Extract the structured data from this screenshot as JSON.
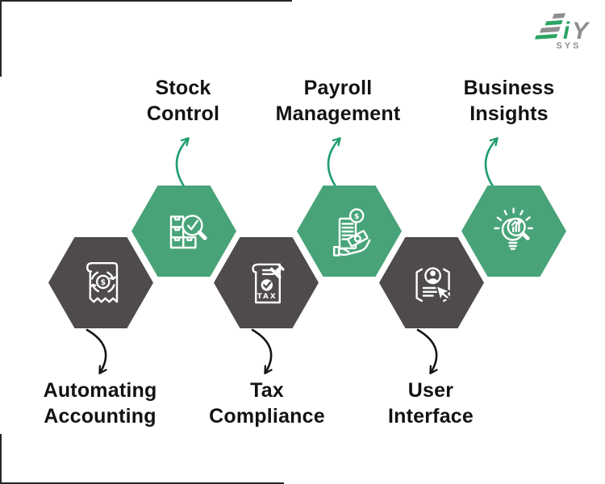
{
  "logo": {
    "letter_i": "i",
    "letter_y": "Y",
    "sub": "SYS",
    "green": "#2ba463",
    "gray": "#8f8f8f"
  },
  "colors": {
    "hex_green": "#48a478",
    "hex_dark": "#4f4b4b",
    "arrow_green": "#1f9e6d",
    "arrow_black": "#141414",
    "label_text": "#121212",
    "icon_stroke": "#ffffff"
  },
  "icon_text": {
    "dollar": "$",
    "tax": "TAX"
  },
  "features": [
    {
      "id": "automating-accounting",
      "line1": "Automating",
      "line2": "Accounting",
      "hex_color": "dark",
      "label_position": "bottom",
      "icon": "receipt-dollar-sync-icon"
    },
    {
      "id": "stock-control",
      "line1": "Stock",
      "line2": "Control",
      "hex_color": "green",
      "label_position": "top",
      "icon": "inventory-boxes-magnifier-icon"
    },
    {
      "id": "tax-compliance",
      "line1": "Tax",
      "line2": "Compliance",
      "hex_color": "dark",
      "label_position": "bottom",
      "icon": "tax-document-stamp-icon"
    },
    {
      "id": "payroll-management",
      "line1": "Payroll",
      "line2": "Management",
      "hex_color": "green",
      "label_position": "top",
      "icon": "payroll-hand-money-icon"
    },
    {
      "id": "user-interface",
      "line1": "User",
      "line2": "Interface",
      "hex_color": "dark",
      "label_position": "bottom",
      "icon": "ui-panel-cursor-icon"
    },
    {
      "id": "business-insights",
      "line1": "Business",
      "line2": "Insights",
      "hex_color": "green",
      "label_position": "top",
      "icon": "lightbulb-analytics-icon"
    }
  ]
}
